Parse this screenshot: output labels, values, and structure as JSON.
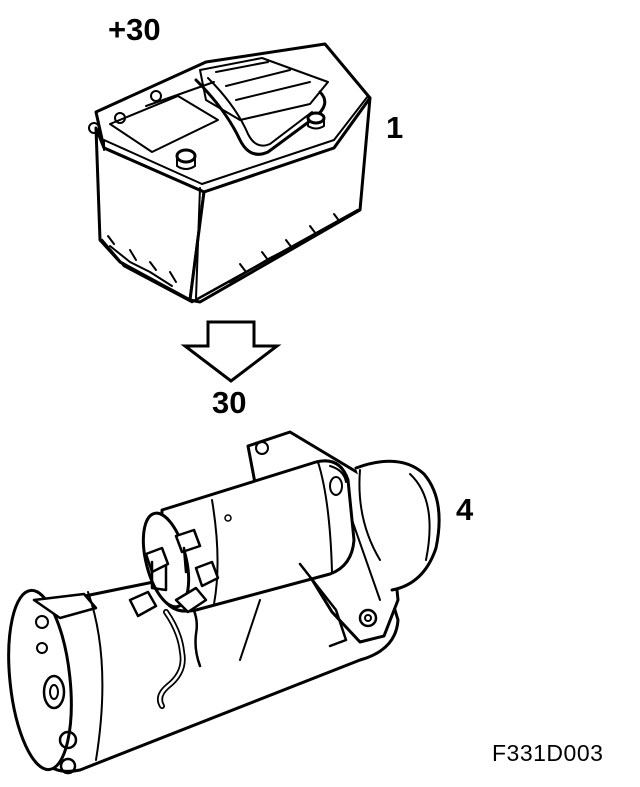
{
  "labels": {
    "battery_terminal": "+30",
    "battery_callout": "1",
    "starter_terminal": "30",
    "starter_callout": "4",
    "figure_id": "F331D003"
  },
  "components": {
    "battery_icon": "car-battery",
    "arrow_icon": "down-arrow-outline",
    "starter_icon": "starter-motor"
  },
  "colors": {
    "line": "#000000",
    "background": "#ffffff"
  }
}
